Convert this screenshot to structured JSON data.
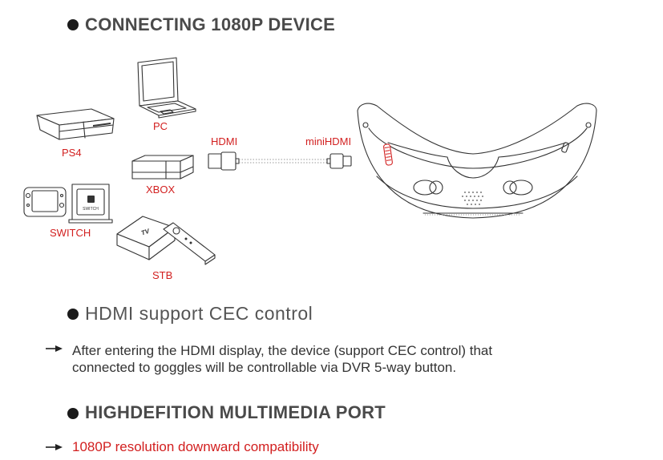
{
  "colors": {
    "accent": "#d21f1f",
    "heading": "#4a4a4a",
    "text": "#333333"
  },
  "section1": {
    "heading": "CONNECTING 1080P DEVICE",
    "devices": {
      "pc": "PC",
      "ps4": "PS4",
      "xbox": "XBOX",
      "switch": "SWITCH",
      "switch_logo_text": "SWITCH",
      "stb": "STB",
      "stb_logo_text": "TV"
    },
    "cable": {
      "left": "HDMI",
      "right": "miniHDMI"
    }
  },
  "section2": {
    "heading": "HDMI support CEC control",
    "line1": "After entering the HDMI display, the device (support CEC control) that",
    "line2": "connected to goggles will be controllable via DVR 5-way button."
  },
  "section3": {
    "heading": "HIGHDEFITION MULTIMEDIA PORT",
    "note": "1080P resolution downward compatibility"
  }
}
